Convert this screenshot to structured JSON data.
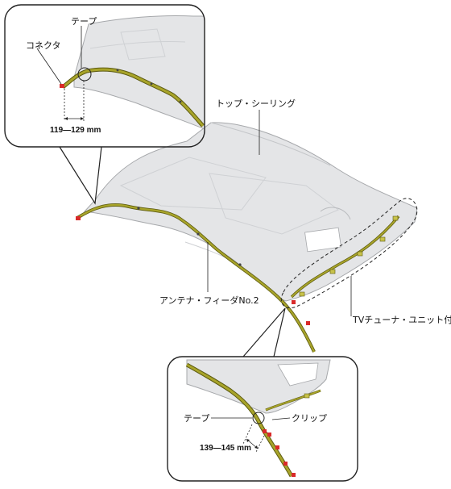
{
  "labels": {
    "top_ceiling": "トップ・シーリング",
    "antenna_feeder": "アンテナ・フィーダNo.2",
    "tv_tuner": "TVチューナ・ユニット付車",
    "inset_top": {
      "tape": "テープ",
      "connector": "コネクタ",
      "dimension": "119—129 mm"
    },
    "inset_bottom": {
      "tape": "テープ",
      "clip": "クリップ",
      "dimension": "139—145 mm"
    }
  },
  "colors": {
    "harness": "#a8a42a",
    "harness_dark": "#5c5a10",
    "panel_fill": "#e4e5e7",
    "panel_edge": "#a6a8ab",
    "clip": "#d92a2a"
  }
}
